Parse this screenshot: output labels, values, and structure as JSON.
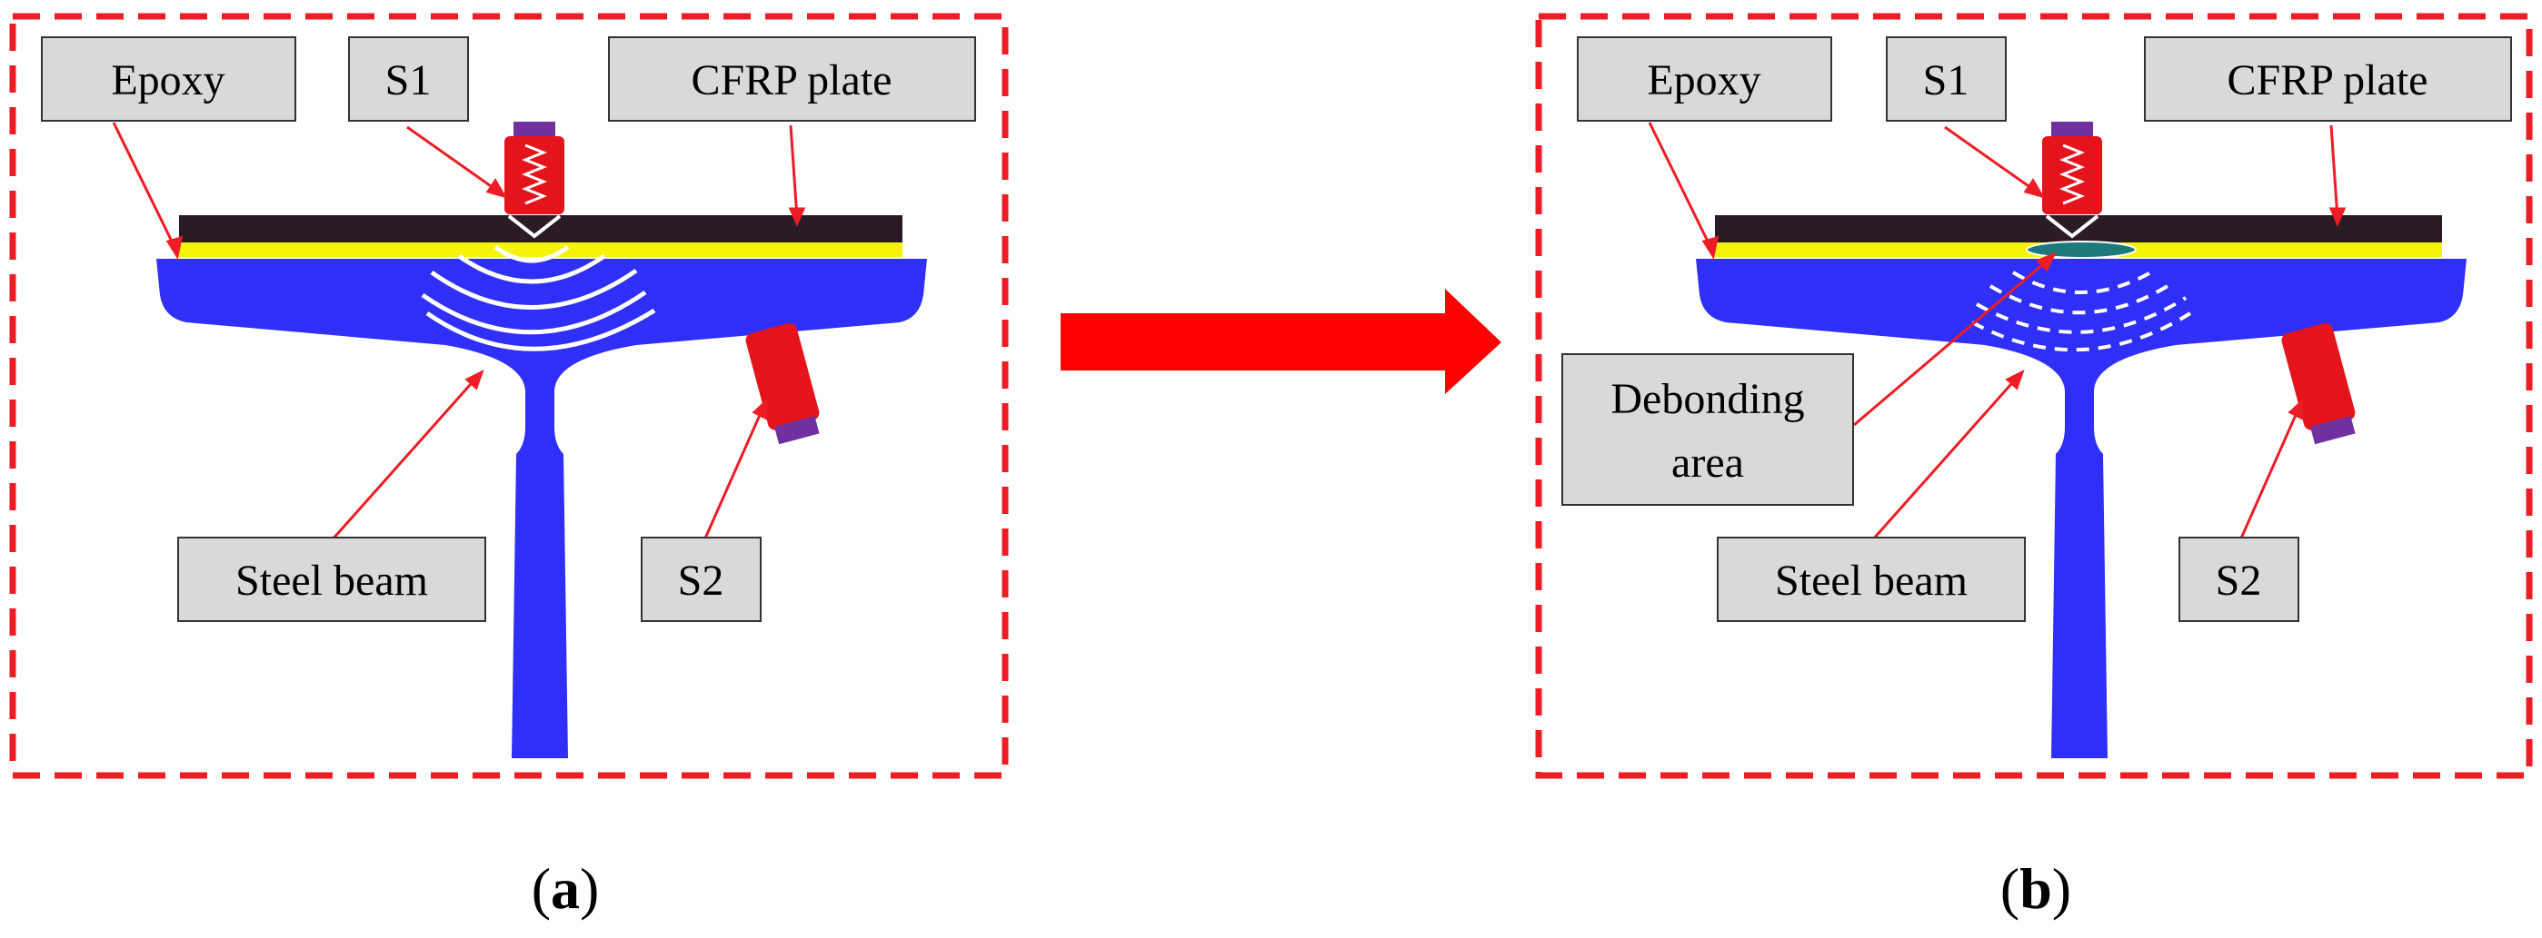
{
  "colors": {
    "frame": "#ee1c24",
    "steel": "#2f2ff7",
    "cfrp": "#2a1b25",
    "epoxy": "#f7f20a",
    "sensor_body": "#e5131c",
    "sensor_cap": "#7030a0",
    "arrow": "#fe0000",
    "leader": "#ee1c24",
    "label_fill": "#d9d9d9"
  },
  "panel_a": {
    "caption": {
      "open": "(",
      "letter": "a",
      "close": ")"
    },
    "labels": {
      "epoxy": "Epoxy",
      "s1": "S1",
      "cfrp": "CFRP plate",
      "steel": "Steel beam",
      "s2": "S2"
    },
    "waves": "solid-arcs"
  },
  "panel_b": {
    "caption": {
      "open": "(",
      "letter": "b",
      "close": ")"
    },
    "labels": {
      "epoxy": "Epoxy",
      "s1": "S1",
      "cfrp": "CFRP plate",
      "debond_line1": "Debonding",
      "debond_line2": "area",
      "steel": "Steel beam",
      "s2": "S2"
    },
    "waves": "dashed-arcs"
  },
  "transition_arrow": "right-arrow-icon"
}
